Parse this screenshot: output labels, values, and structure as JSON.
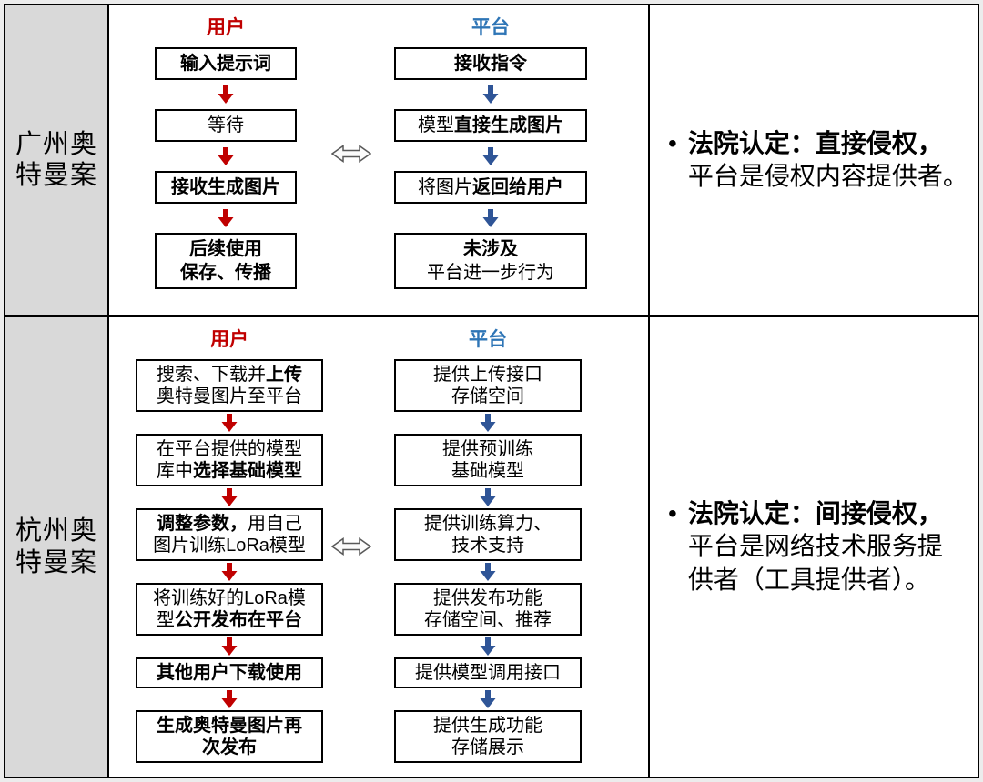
{
  "colors": {
    "user_accent": "#C00000",
    "platform_accent": "#2F5597",
    "user_header": "#C00000",
    "platform_header": "#2E75B6",
    "label_bg": "#D9D9D9",
    "double_arrow_fill": "#FBFBFB",
    "double_arrow_stroke": "#595959"
  },
  "bullet": "•",
  "cases": [
    {
      "label_lines": [
        "广州奥",
        "特曼案"
      ],
      "user": {
        "header": "用户",
        "steps": [
          {
            "lines": [
              [
                {
                  "t": "输入提示词",
                  "b": true
                }
              ]
            ]
          },
          {
            "lines": [
              [
                {
                  "t": "等待",
                  "b": false
                }
              ]
            ]
          },
          {
            "lines": [
              [
                {
                  "t": "接收生成图片",
                  "b": true
                }
              ]
            ]
          },
          {
            "lines": [
              [
                {
                  "t": "后续使用",
                  "b": true
                }
              ],
              [
                {
                  "t": "保存、传播",
                  "b": true
                }
              ]
            ]
          }
        ]
      },
      "platform": {
        "header": "平台",
        "steps": [
          {
            "lines": [
              [
                {
                  "t": "接收指令",
                  "b": true
                }
              ]
            ]
          },
          {
            "lines": [
              [
                {
                  "t": "模型",
                  "b": false
                },
                {
                  "t": "直接生成图片",
                  "b": true
                }
              ]
            ]
          },
          {
            "lines": [
              [
                {
                  "t": "将图片",
                  "b": false
                },
                {
                  "t": "返回给用户",
                  "b": true
                }
              ]
            ]
          },
          {
            "lines": [
              [
                {
                  "t": "未涉及",
                  "b": true
                }
              ],
              [
                {
                  "t": "平台进一步行为",
                  "b": false
                }
              ]
            ]
          }
        ]
      },
      "verdict_lines": [
        [
          {
            "t": "法院认定：直接侵权，",
            "b": true
          }
        ],
        [
          {
            "t": "平台是侵权内容提供者。",
            "b": false
          }
        ]
      ]
    },
    {
      "label_lines": [
        "杭州奥",
        "特曼案"
      ],
      "user": {
        "header": "用户",
        "steps": [
          {
            "lines": [
              [
                {
                  "t": "搜索、下载并",
                  "b": false
                },
                {
                  "t": "上传",
                  "b": true
                }
              ],
              [
                {
                  "t": "奥特曼图片至平台",
                  "b": false
                }
              ]
            ]
          },
          {
            "lines": [
              [
                {
                  "t": "在平台提供的模型",
                  "b": false
                }
              ],
              [
                {
                  "t": "库中",
                  "b": false
                },
                {
                  "t": "选择基础模型",
                  "b": true
                }
              ]
            ]
          },
          {
            "lines": [
              [
                {
                  "t": "调整参数，",
                  "b": true
                },
                {
                  "t": "用自己",
                  "b": false
                }
              ],
              [
                {
                  "t": "图片训练LoRa模型",
                  "b": false
                }
              ]
            ]
          },
          {
            "lines": [
              [
                {
                  "t": "将训练好的LoRa模",
                  "b": false
                }
              ],
              [
                {
                  "t": "型",
                  "b": false
                },
                {
                  "t": "公开发布在平台",
                  "b": true
                }
              ]
            ]
          },
          {
            "lines": [
              [
                {
                  "t": "其他用户下载使用",
                  "b": true
                }
              ]
            ]
          },
          {
            "lines": [
              [
                {
                  "t": "生成奥特曼图片再",
                  "b": true
                }
              ],
              [
                {
                  "t": "次发布",
                  "b": true
                }
              ]
            ]
          }
        ]
      },
      "platform": {
        "header": "平台",
        "steps": [
          {
            "lines": [
              [
                {
                  "t": "提供上传接口",
                  "b": false
                }
              ],
              [
                {
                  "t": "存储空间",
                  "b": false
                }
              ]
            ]
          },
          {
            "lines": [
              [
                {
                  "t": "提供预训练",
                  "b": false
                }
              ],
              [
                {
                  "t": "基础模型",
                  "b": false
                }
              ]
            ]
          },
          {
            "lines": [
              [
                {
                  "t": "提供训练算力、",
                  "b": false
                }
              ],
              [
                {
                  "t": "技术支持",
                  "b": false
                }
              ]
            ]
          },
          {
            "lines": [
              [
                {
                  "t": "提供发布功能",
                  "b": false
                }
              ],
              [
                {
                  "t": "存储空间、推荐",
                  "b": false
                }
              ]
            ]
          },
          {
            "lines": [
              [
                {
                  "t": "提供模型调用接口",
                  "b": false
                }
              ]
            ]
          },
          {
            "lines": [
              [
                {
                  "t": "提供生成功能",
                  "b": false
                }
              ],
              [
                {
                  "t": "存储展示",
                  "b": false
                }
              ]
            ]
          }
        ]
      },
      "verdict_lines": [
        [
          {
            "t": "法院认定：间接侵权，",
            "b": true
          }
        ],
        [
          {
            "t": "平台是网络技术服务提",
            "b": false
          }
        ],
        [
          {
            "t": "供者（工具提供者）。",
            "b": false
          }
        ]
      ]
    }
  ]
}
